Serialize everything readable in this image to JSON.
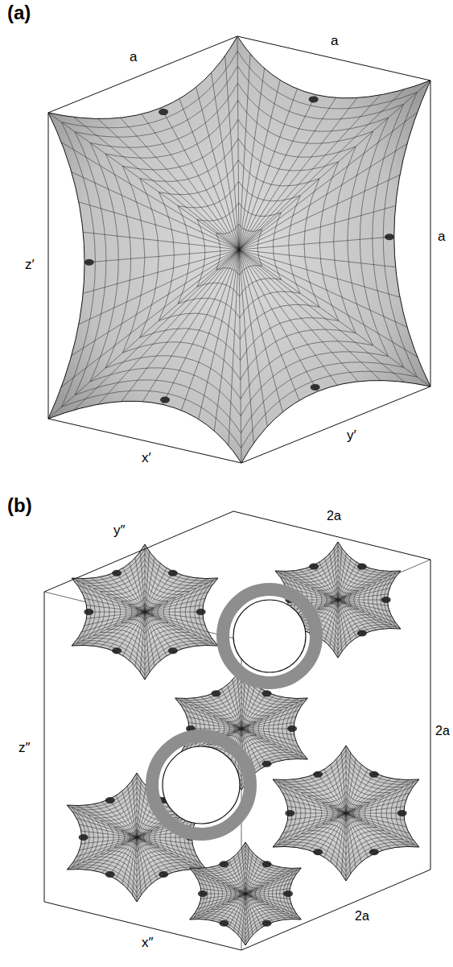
{
  "diagram": {
    "labels": [
      "(a)",
      "a",
      "a",
      "a",
      "z′",
      "x′",
      "y′",
      "(b)",
      "y″",
      "2a",
      "2a",
      "2a",
      "z″",
      "x″"
    ]
  }
}
